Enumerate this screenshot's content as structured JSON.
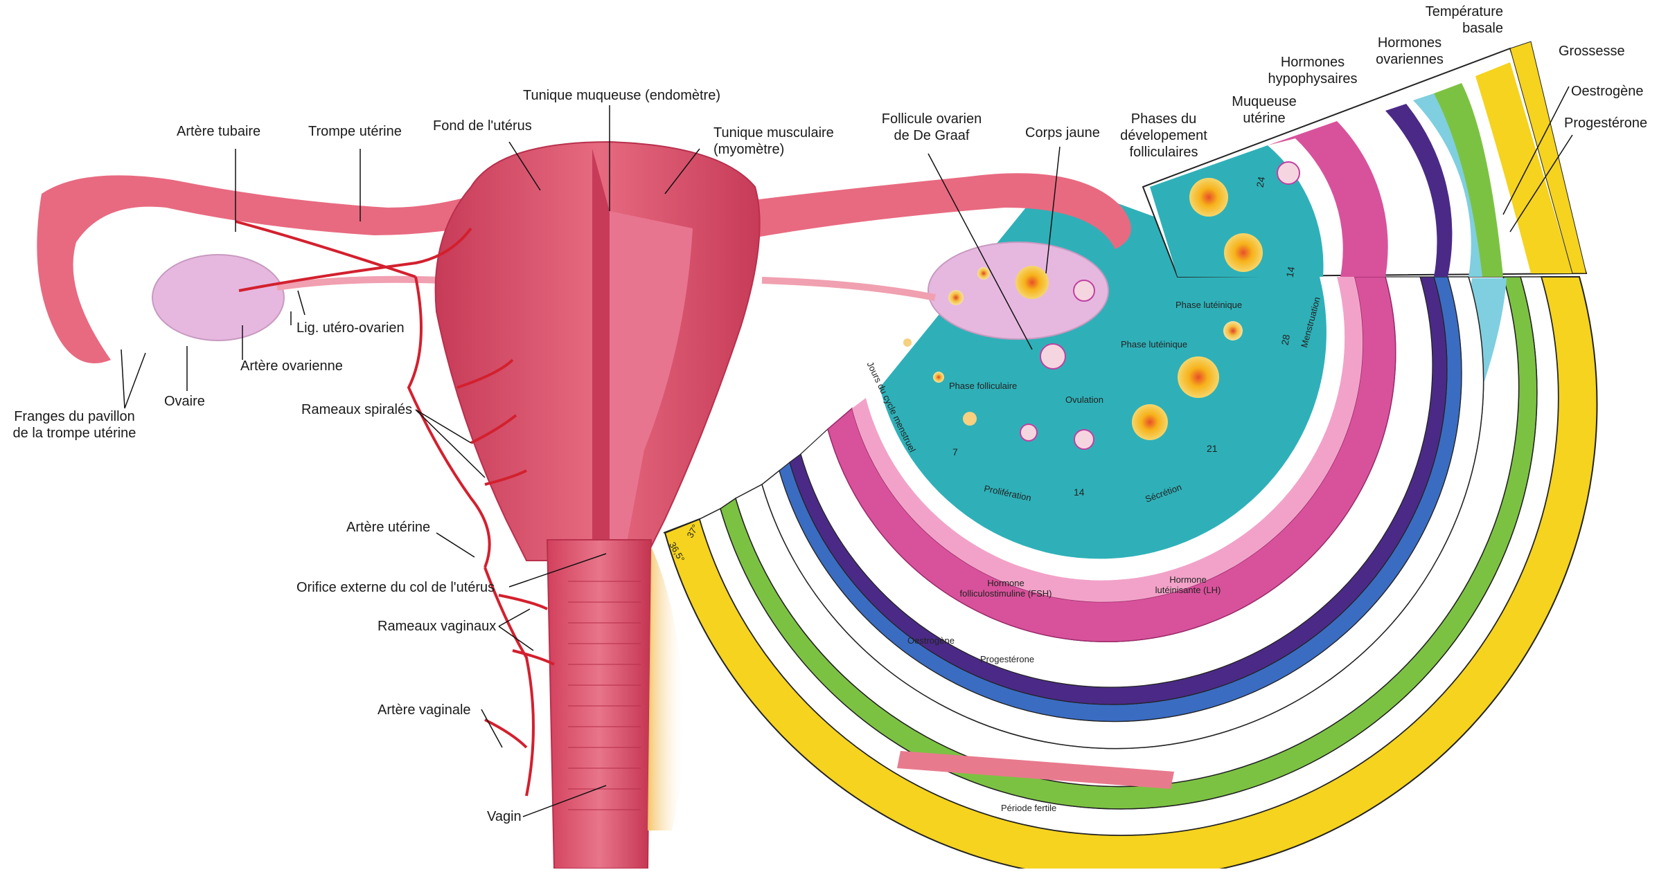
{
  "anatomy_labels": {
    "artere_tubaire": "Artère tubaire",
    "trompe_uterine": "Trompe utérine",
    "fond_uterus": "Fond de l'utérus",
    "tunique_muqueuse": "Tunique muqueuse (endomètre)",
    "tunique_musculaire": "Tunique musculaire\n(myomètre)",
    "lig_utero_ovarien": "Lig. utéro-ovarien",
    "artere_ovarienne": "Artère ovarienne",
    "franges": "Franges du pavillon\nde la trompe utérine",
    "ovaire": "Ovaire",
    "rameaux_spirales": "Rameaux spiralés",
    "artere_uterine": "Artère utérine",
    "orifice_externe": "Orifice externe du col de l'utérus",
    "rameaux_vaginaux": "Rameaux vaginaux",
    "artere_vaginale": "Artère vaginale",
    "vagin": "Vagin",
    "follicule_de_graaf": "Follicule ovarien\nde De Graaf",
    "corps_jaune": "Corps jaune"
  },
  "cycle_headers": {
    "phases_developpement": "Phases du\ndévelopement\nfolliculaires",
    "muqueuse_uterine": "Muqueuse\nutérine",
    "hormones_hypophysaires": "Hormones\nhypophysaires",
    "hormones_ovariennes": "Hormones\novariennes",
    "temperature_basale": "Température\nbasale",
    "grossesse": "Grossesse",
    "oestrogene": "Oestrogène",
    "progesterone": "Progestérone"
  },
  "cycle_labels": {
    "phase_folliculaire": "Phase folliculaire",
    "ovulation": "Ovulation",
    "phase_luteinique_1": "Phase lutéinique",
    "phase_luteinique_2": "Phase lutéinique",
    "jours_cycle": "Jours du cycle menstruel",
    "proliferation": "Prolifération",
    "secretion": "Sécrétion",
    "menstruation": "Menstruation",
    "fsh": "Hormone\nfolliculostimuline (FSH)",
    "lh": "Hormone\nlutéinisante (LH)",
    "oestrogene_small": "Oestrogène",
    "progesterone_small": "Progestérone",
    "periode_fertile": "Période fertile",
    "temp_37": "37°",
    "temp_365": "36,5°"
  },
  "day_marks": [
    "7",
    "14",
    "21",
    "28",
    "14",
    "24"
  ],
  "colors": {
    "uterus": "#d9506a",
    "uterus_dark": "#b8304c",
    "ovary": "#e6b8e0",
    "artery": "#d3202e",
    "teal": "#2fb0b8",
    "muqueuse": "#d8529b",
    "lh_purple": "#4a2a86",
    "fsh_blue": "#3a6cc2",
    "green": "#7cc242",
    "light_blue": "#7fcfe0",
    "yellow": "#f5d31e",
    "fertile": "#e87a8e"
  }
}
